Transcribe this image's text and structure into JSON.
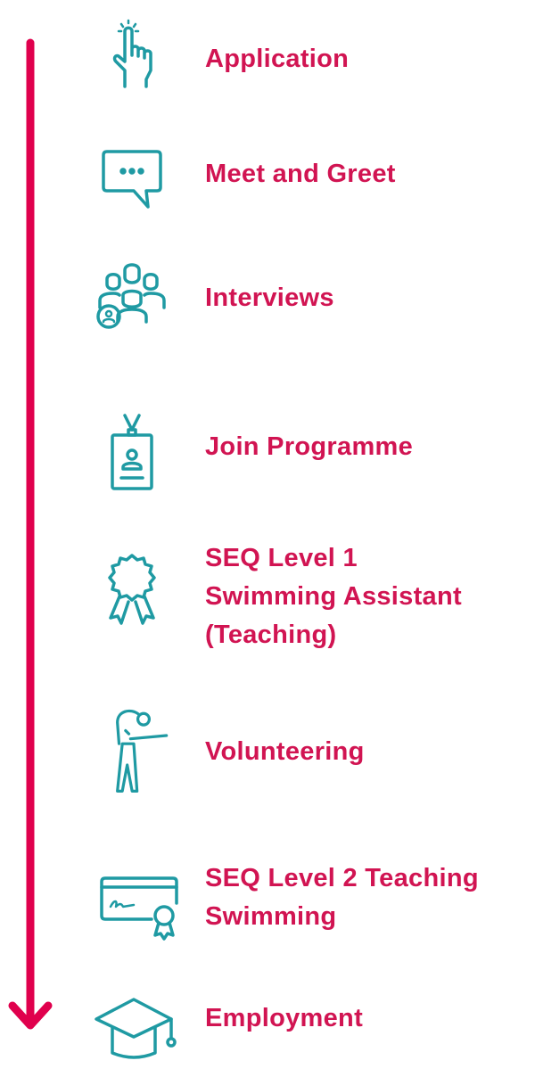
{
  "colors": {
    "arrow": "#e0004d",
    "label": "#d11452",
    "icon": "#1f9aa3"
  },
  "steps": [
    {
      "label": "Application",
      "icon": "tap-hand-icon"
    },
    {
      "label": "Meet and Greet",
      "icon": "speech-bubble-icon"
    },
    {
      "label": "Interviews",
      "icon": "people-group-icon"
    },
    {
      "label": "Join Programme",
      "icon": "id-badge-icon"
    },
    {
      "label": "SEQ Level 1\nSwimming Assistant\n(Teaching)",
      "icon": "award-rosette-icon"
    },
    {
      "label": "Volunteering",
      "icon": "stretching-person-icon"
    },
    {
      "label": "SEQ Level 2 Teaching\nSwimming",
      "icon": "certificate-icon"
    },
    {
      "label": "Employment",
      "icon": "graduation-cap-icon"
    }
  ]
}
